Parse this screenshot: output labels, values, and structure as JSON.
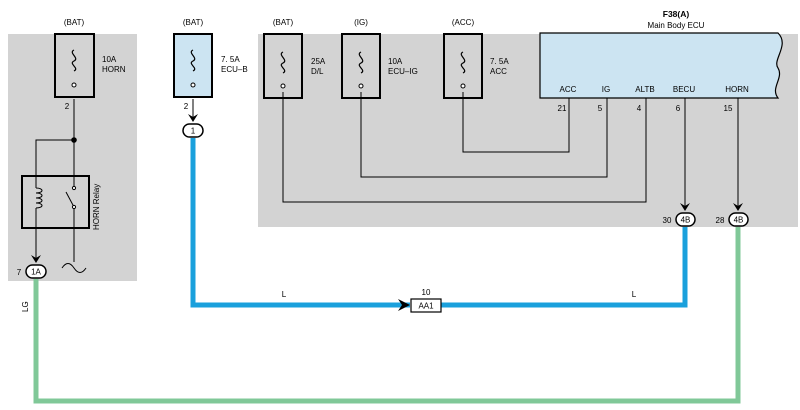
{
  "colors": {
    "panel": "#d3d3d3",
    "ecu_fill": "#cce4f2",
    "wire_blue": "#1aa0dc",
    "wire_green": "#80c898",
    "wire_black": "#000000"
  },
  "horn_section": {
    "source": "(BAT)",
    "fuse_amp": "10A",
    "fuse_name": "HORN",
    "pin_top": "2",
    "relay_label": "HORN Relay",
    "connector_pin": "7",
    "connector_id": "1A",
    "wire_color_label": "LG"
  },
  "ecub_section": {
    "source": "(BAT)",
    "fuse_amp": "7. 5A",
    "fuse_name": "ECU–B",
    "pin": "2",
    "connector_id": "1",
    "wire_color_left": "L",
    "wire_color_right": "L"
  },
  "splice": {
    "pin": "10",
    "id": "AA1"
  },
  "fuses": [
    {
      "source": "(BAT)",
      "amp": "25A",
      "name": "D/L"
    },
    {
      "source": "(IG)",
      "amp": "10A",
      "name": "ECU–IG"
    },
    {
      "source": "(ACC)",
      "amp": "7. 5A",
      "name": "ACC"
    }
  ],
  "ecu": {
    "code": "F38(A)",
    "name": "Main Body ECU",
    "terminals": [
      {
        "label": "ACC",
        "pin": "21"
      },
      {
        "label": "IG",
        "pin": "5"
      },
      {
        "label": "ALTB",
        "pin": "4"
      },
      {
        "label": "BECU",
        "pin": "6"
      },
      {
        "label": "HORN",
        "pin": "15"
      }
    ],
    "connectors": [
      {
        "pin": "30",
        "id": "4B"
      },
      {
        "pin": "28",
        "id": "4B"
      }
    ]
  }
}
